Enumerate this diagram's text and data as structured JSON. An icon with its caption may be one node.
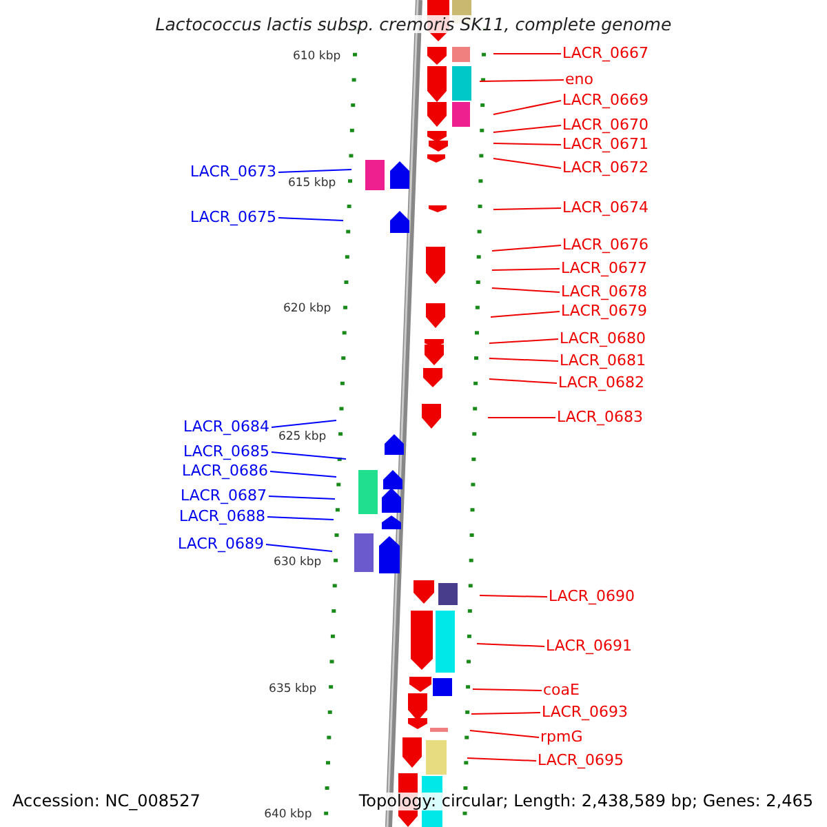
{
  "diagram": {
    "title": "Lactococcus lactis subsp. cremoris SK11, complete genome",
    "nodes": [
      {
        "text": [
          "LACR_0667"
        ]
      },
      {
        "text": [
          "eno"
        ]
      },
      {
        "text": [
          "LACR_0669"
        ]
      },
      {
        "text": [
          "LACR_0670"
        ]
      },
      {
        "text": [
          "LACR_0671"
        ]
      },
      {
        "text": [
          "LACR_0672"
        ]
      },
      {
        "text": [
          "LACR_0673"
        ]
      },
      {
        "text": [
          "LACR_0674"
        ]
      },
      {
        "text": [
          "LACR_0675"
        ]
      },
      {
        "text": [
          "LACR_0676"
        ]
      },
      {
        "text": [
          "LACR_0677"
        ]
      },
      {
        "text": [
          "LACR_0678"
        ]
      },
      {
        "text": [
          "LACR_0679"
        ]
      },
      {
        "text": [
          "LACR_0680"
        ]
      },
      {
        "text": [
          "LACR_0681"
        ]
      },
      {
        "text": [
          "LACR_0682"
        ]
      },
      {
        "text": [
          "LACR_0683"
        ]
      },
      {
        "text": [
          "LACR_0684"
        ]
      },
      {
        "text": [
          "LACR_0685"
        ]
      },
      {
        "text": [
          "LACR_0686"
        ]
      },
      {
        "text": [
          "LACR_0687"
        ]
      },
      {
        "text": [
          "LACR_0688"
        ]
      },
      {
        "text": [
          "LACR_0689"
        ]
      },
      {
        "text": [
          "LACR_0690"
        ]
      },
      {
        "text": [
          "LACR_0691"
        ]
      },
      {
        "text": [
          "coaE"
        ]
      },
      {
        "text": [
          "LACR_0693"
        ]
      },
      {
        "text": [
          "rpmG"
        ]
      },
      {
        "text": [
          "LACR_0695"
        ]
      }
    ],
    "edges": [
      {
        "from": 0,
        "to": null,
        "arrow": "none"
      },
      {
        "from": 1,
        "to": null,
        "arrow": "none"
      },
      {
        "from": 2,
        "to": null,
        "arrow": "none"
      },
      {
        "from": 3,
        "to": null,
        "arrow": "none"
      },
      {
        "from": 4,
        "to": null,
        "arrow": "none"
      },
      {
        "from": 5,
        "to": null,
        "arrow": "none"
      },
      {
        "from": 6,
        "to": null,
        "arrow": "none",
        "color": "#0000ff"
      },
      {
        "from": 7,
        "to": null,
        "arrow": "none"
      },
      {
        "from": 8,
        "to": null,
        "arrow": "none",
        "color": "#0000ff"
      },
      {
        "from": 9,
        "to": null,
        "arrow": "none"
      },
      {
        "from": 10,
        "to": null,
        "arrow": "none"
      },
      {
        "from": 11,
        "to": null,
        "arrow": "none"
      },
      {
        "from": 12,
        "to": null,
        "arrow": "none"
      },
      {
        "from": 13,
        "to": null,
        "arrow": "none"
      },
      {
        "from": 14,
        "to": null,
        "arrow": "none"
      },
      {
        "from": 15,
        "to": null,
        "arrow": "none"
      },
      {
        "from": 16,
        "to": null,
        "arrow": "none"
      },
      {
        "from": 17,
        "to": null,
        "arrow": "none",
        "color": "#0000ff"
      },
      {
        "from": 18,
        "to": null,
        "arrow": "none",
        "color": "#0000ff"
      },
      {
        "from": 19,
        "to": null,
        "arrow": "none",
        "color": "#0000ff"
      },
      {
        "from": 20,
        "to": null,
        "arrow": "none",
        "color": "#0000ff"
      },
      {
        "from": 21,
        "to": null,
        "arrow": "none",
        "color": "#0000ff"
      },
      {
        "from": 22,
        "to": null,
        "arrow": "none",
        "color": "#0000ff"
      },
      {
        "from": 23,
        "to": null,
        "arrow": "none"
      },
      {
        "from": 24,
        "to": null,
        "arrow": "none"
      },
      {
        "from": 25,
        "to": null,
        "arrow": "none"
      },
      {
        "from": 26,
        "to": null,
        "arrow": "none"
      },
      {
        "from": 27,
        "to": null,
        "arrow": "none"
      },
      {
        "from": 28,
        "to": null,
        "arrow": "none"
      }
    ],
    "labels": [
      "610 kbp",
      "615 kbp",
      "620 kbp",
      "625 kbp",
      "630 kbp",
      "635 kbp",
      "640 kbp",
      "Accession: NC_008527",
      "Topology: circular; Length: 2,438,589 bp; Genes: 2,465"
    ]
  }
}
